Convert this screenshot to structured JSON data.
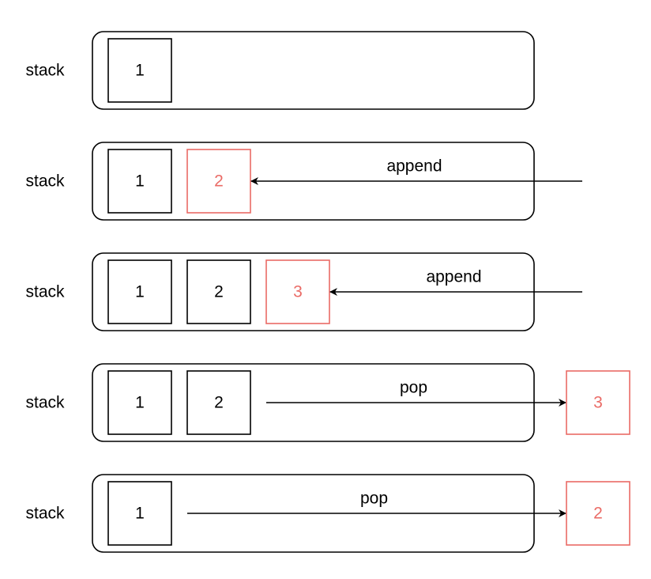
{
  "colors": {
    "stroke": "#000000",
    "highlight": "#ea6b66",
    "background": "#ffffff"
  },
  "rows": [
    {
      "label": "stack",
      "items": [
        {
          "value": "1",
          "highlight": false
        }
      ],
      "arrow": null,
      "outside_item": null
    },
    {
      "label": "stack",
      "items": [
        {
          "value": "1",
          "highlight": false
        },
        {
          "value": "2",
          "highlight": true
        }
      ],
      "arrow": {
        "label": "append",
        "direction": "in"
      },
      "outside_item": null
    },
    {
      "label": "stack",
      "items": [
        {
          "value": "1",
          "highlight": false
        },
        {
          "value": "2",
          "highlight": false
        },
        {
          "value": "3",
          "highlight": true
        }
      ],
      "arrow": {
        "label": "append",
        "direction": "in"
      },
      "outside_item": null
    },
    {
      "label": "stack",
      "items": [
        {
          "value": "1",
          "highlight": false
        },
        {
          "value": "2",
          "highlight": false
        }
      ],
      "arrow": {
        "label": "pop",
        "direction": "out"
      },
      "outside_item": {
        "value": "3",
        "highlight": true
      }
    },
    {
      "label": "stack",
      "items": [
        {
          "value": "1",
          "highlight": false
        }
      ],
      "arrow": {
        "label": "pop",
        "direction": "out"
      },
      "outside_item": {
        "value": "2",
        "highlight": true
      }
    }
  ]
}
